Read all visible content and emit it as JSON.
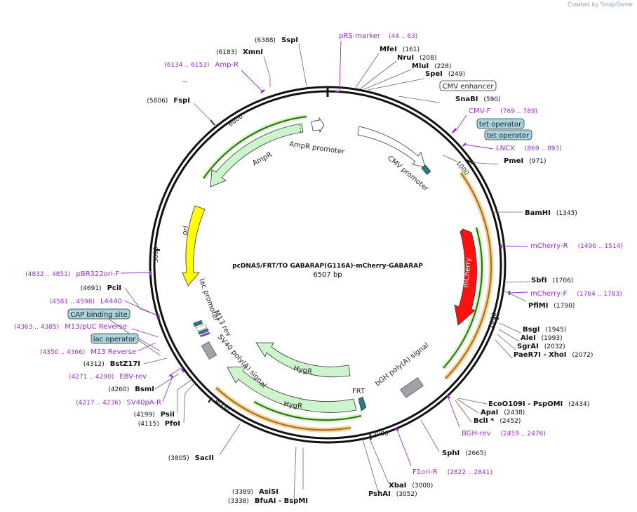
{
  "credit": {
    "prefix": "Created by",
    "brand": "SnapGene"
  },
  "plasmid": {
    "name": "pcDNA5/FRT/TO GABARAP(G116A)-mCherry-GABARAP",
    "size_label": "6507 bp"
  },
  "ticks": [
    "1000",
    "2000",
    "3000",
    "4000",
    "5000",
    "6000"
  ],
  "sites": [
    {
      "name": "SspI",
      "pos": "(6388)"
    },
    {
      "name": "XmnI",
      "pos": "(6183)"
    },
    {
      "name": "FspI",
      "pos": "(5806)"
    },
    {
      "name": "MfeI",
      "pos": "(161)"
    },
    {
      "name": "NruI",
      "pos": "(208)"
    },
    {
      "name": "MluI",
      "pos": "(228)"
    },
    {
      "name": "SpeI",
      "pos": "(249)"
    },
    {
      "name": "SnaBI",
      "pos": "(590)"
    },
    {
      "name": "PmeI",
      "pos": "(971)"
    },
    {
      "name": "BamHI",
      "pos": "(1345)"
    },
    {
      "name": "SbfI",
      "pos": "(1706)"
    },
    {
      "name": "PflMI",
      "pos": "(1790)"
    },
    {
      "name": "BsgI",
      "pos": "(1945)"
    },
    {
      "name": "AleI",
      "pos": "(1993)"
    },
    {
      "name": "SgrAI",
      "pos": "(2032)"
    },
    {
      "name": "PaeR7I - XhoI",
      "pos": "(2072)"
    },
    {
      "name": "EcoO109I - PspOMI",
      "pos": "(2434)"
    },
    {
      "name": "ApaI",
      "pos": "(2438)"
    },
    {
      "name": "BclI *",
      "pos": "(2452)"
    },
    {
      "name": "SphI",
      "pos": "(2665)"
    },
    {
      "name": "XbaI",
      "pos": "(3000)"
    },
    {
      "name": "PshAI",
      "pos": "(3052)"
    },
    {
      "name": "AsiSI",
      "pos": "(3389)"
    },
    {
      "name": "BfuAI - BspMI",
      "pos": "(3338)"
    },
    {
      "name": "SacII",
      "pos": "(3805)"
    },
    {
      "name": "PsiI",
      "pos": "(4199)"
    },
    {
      "name": "PfoI",
      "pos": "(4115)"
    },
    {
      "name": "BsmI",
      "pos": "(4260)"
    },
    {
      "name": "BstZ17I",
      "pos": "(4312)"
    },
    {
      "name": "PciI",
      "pos": "(4691)"
    }
  ],
  "primers": [
    {
      "name": "pRS-marker",
      "pos": "(44 .. 63)"
    },
    {
      "name": "Amp-R",
      "pos": "(6134 .. 6153)"
    },
    {
      "name": "CMV-F",
      "pos": "(769 .. 789)"
    },
    {
      "name": "LNCX",
      "pos": "(869 .. 893)"
    },
    {
      "name": "mCherry-R",
      "pos": "(1496 .. 1514)"
    },
    {
      "name": "mCherry-F",
      "pos": "(1764 .. 1783)"
    },
    {
      "name": "BGH-rev",
      "pos": "(2459 .. 2476)"
    },
    {
      "name": "F1ori-R",
      "pos": "(2822 .. 2841)"
    },
    {
      "name": "SV40pA-R",
      "pos": "(4217 .. 4236)"
    },
    {
      "name": "EBV-rev",
      "pos": "(4271 .. 4290)"
    },
    {
      "name": "M13 Reverse",
      "pos": "(4350 .. 4366)"
    },
    {
      "name": "M13/pUC Reverse",
      "pos": "(4363 .. 4385)"
    },
    {
      "name": "L4440",
      "pos": "(4581 .. 4598)"
    },
    {
      "name": "pBR322ori-F",
      "pos": "(4832 .. 4851)"
    }
  ],
  "boxed": {
    "cmv_enhancer": "CMV enhancer",
    "tet_operator_1": "tet operator",
    "tet_operator_2": "tet operator",
    "cap_binding_site": "CAP binding site",
    "lac_operator": "lac operator"
  },
  "features": {
    "amp_promoter": "AmpR promoter",
    "ampr": "AmpR",
    "cmv_promoter": "CMV promoter",
    "ori": "ori",
    "mcherry": "mCherry",
    "lac_promoter": "lac promoter",
    "m13_rev": "M13 rev",
    "sv40": "SV40 poly(A) signal",
    "hygr_1": "HygR",
    "hygr_2": "HygR",
    "frt": "FRT",
    "bgh": "bGH poly(A) signal"
  },
  "colors": {
    "primer": "#9b30c8",
    "arrow_green": "#ccf5cc",
    "ori": "#ffff00",
    "mcherry": "#ff1111",
    "boxed": "#a8d4e0"
  }
}
